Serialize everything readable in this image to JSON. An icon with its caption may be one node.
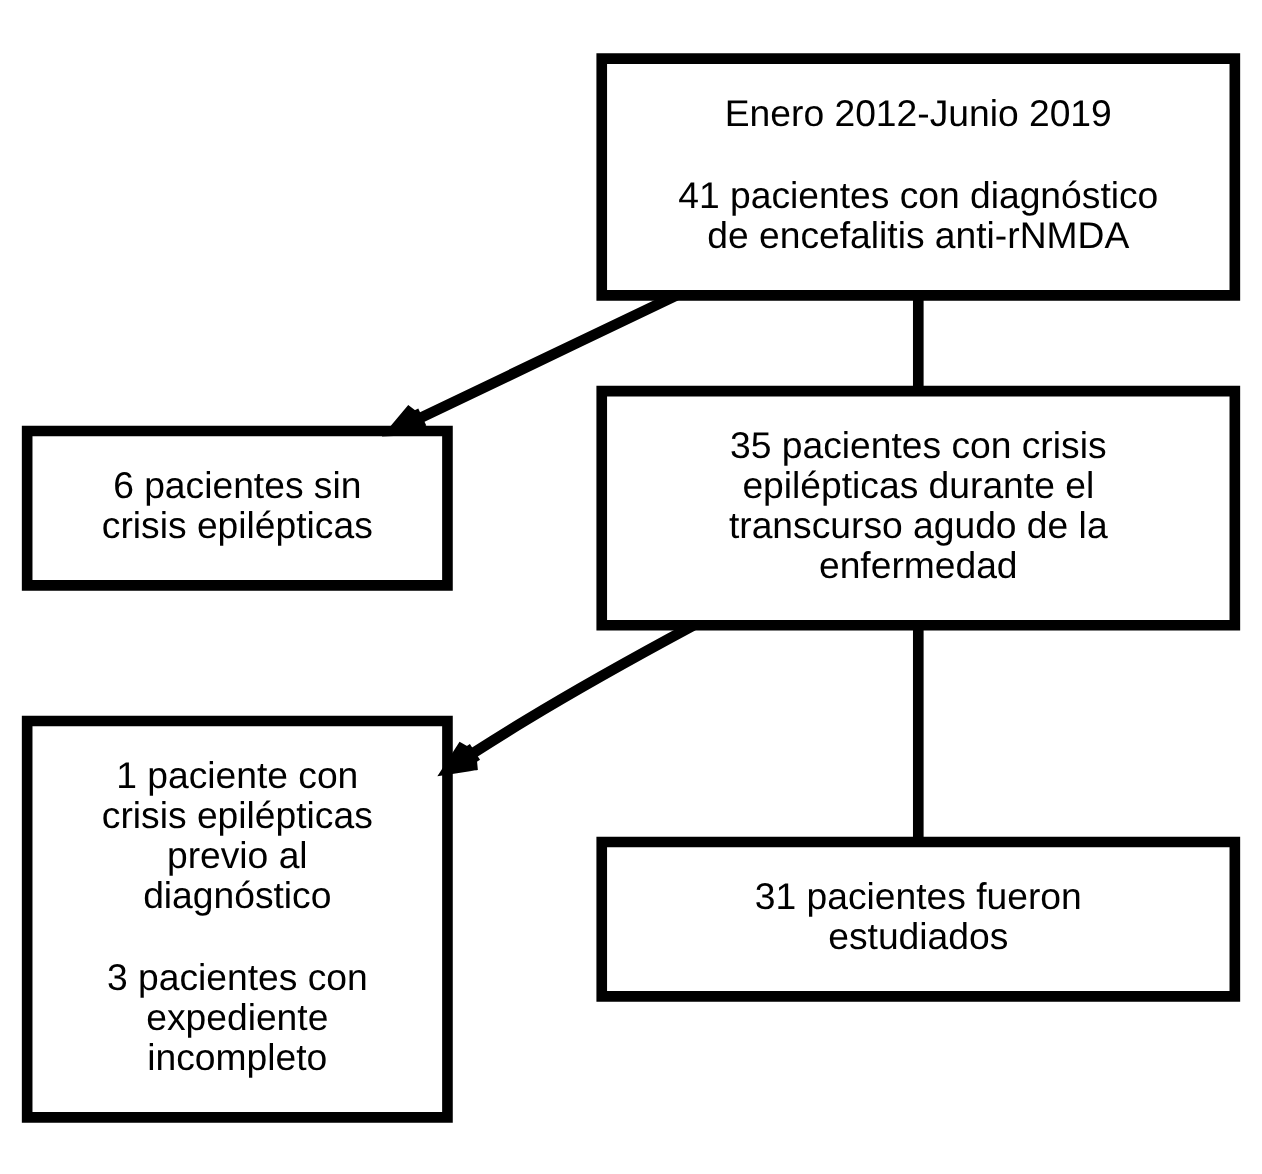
{
  "diagram": {
    "nodes": [
      {
        "text": [
          "Enero 2012-Junio 2019",
          "41 pacientes con diagnóstico de encefalitis anti-rNMDA"
        ]
      },
      {
        "text": [
          "6 pacientes sin crisis epilépticas"
        ]
      },
      {
        "text": [
          "35 pacientes con crisis epilépticas durante el transcurso agudo de la enfermedad"
        ]
      },
      {
        "text": [
          "1 paciente con crisis epilépticas previo al diagnóstico",
          "3 pacientes con expediente incompleto"
        ]
      },
      {
        "text": [
          "31 pacientes fueron estudiados"
        ]
      }
    ],
    "edges": [
      {
        "from": 0,
        "to": 1,
        "arrow": "to"
      },
      {
        "from": 0,
        "to": 2,
        "arrow": "none"
      },
      {
        "from": 2,
        "to": 3,
        "arrow": "to"
      },
      {
        "from": 2,
        "to": 4,
        "arrow": "none"
      }
    ]
  }
}
